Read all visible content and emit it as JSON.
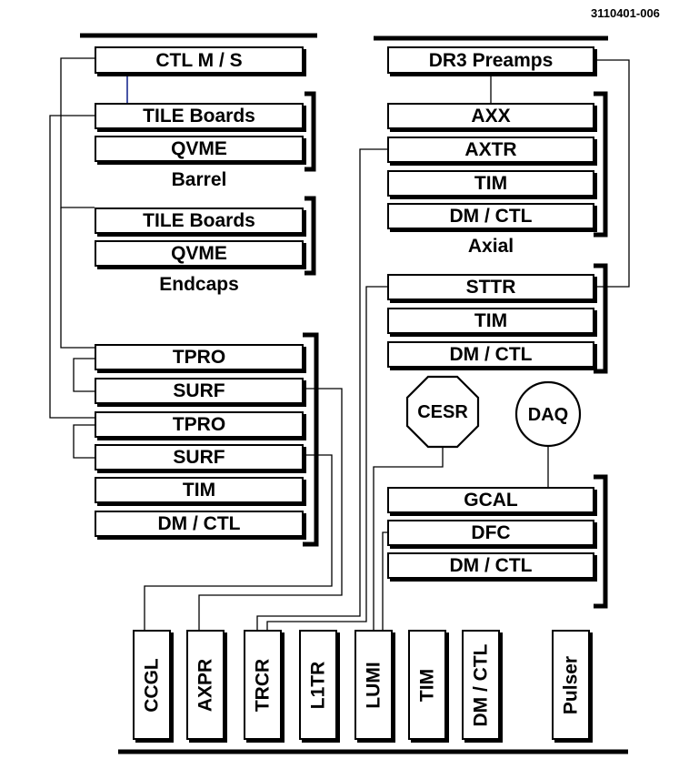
{
  "figure_id": "3110401-006",
  "ctl_ms": "CTL  M / S",
  "barrel": {
    "tile": "TILE Boards",
    "qvme": "QVME",
    "caption": "Barrel"
  },
  "endcaps": {
    "tile": "TILE Boards",
    "qvme": "QVME",
    "caption": "Endcaps"
  },
  "tracking_group": [
    "TPRO",
    "SURF",
    "TPRO",
    "SURF",
    "TIM",
    "DM / CTL"
  ],
  "dr3_preamps": "DR3 Preamps",
  "axial": {
    "boards": [
      "AXX",
      "AXTR",
      "TIM",
      "DM / CTL"
    ],
    "caption": "Axial"
  },
  "stereo_group": [
    "STTR",
    "TIM",
    "DM / CTL"
  ],
  "cesr": "CESR",
  "daq": "DAQ",
  "gcal_group": [
    "GCAL",
    "DFC",
    "DM / CTL"
  ],
  "bottom_modules": [
    "CCGL",
    "AXPR",
    "TRCR",
    "L1TR",
    "LUMI",
    "TIM",
    "DM / CTL"
  ],
  "pulser": "Pulser",
  "colors": {
    "ink": "#000000",
    "link": "#1a2b8f"
  }
}
